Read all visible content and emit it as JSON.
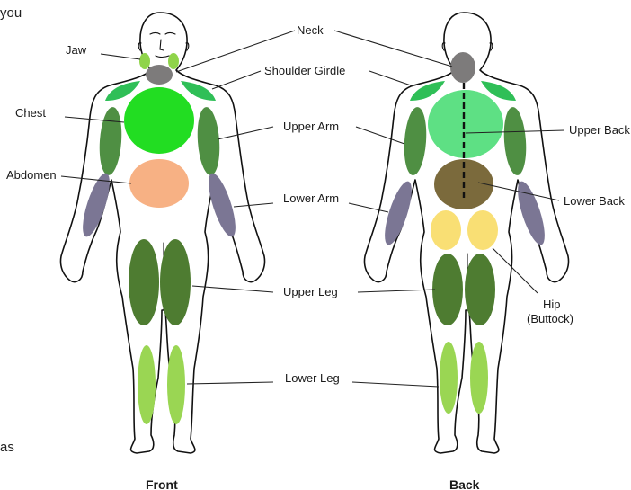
{
  "page": {
    "left_fragments": [
      "you",
      "as"
    ]
  },
  "figures": {
    "front_caption": "Front",
    "back_caption": "Back"
  },
  "labels": {
    "jaw": "Jaw",
    "neck": "Neck",
    "shoulder_girdle": "Shoulder Girdle",
    "chest": "Chest",
    "upper_arm": "Upper Arm",
    "abdomen": "Abdomen",
    "lower_arm": "Lower Arm",
    "upper_leg": "Upper Leg",
    "lower_leg": "Lower Leg",
    "upper_back": "Upper Back",
    "lower_back": "Lower Back",
    "hip_line1": "Hip",
    "hip_line2": "(Buttock)"
  },
  "colors": {
    "jaw": "#8fd44a",
    "neck": "#7d7b7b",
    "shoulder": "#2fbf57",
    "chest": "#22dd22",
    "upper_arm": "#4f8f43",
    "abdomen": "#f7b184",
    "lower_arm": "#7b7694",
    "upper_leg": "#4e7c31",
    "lower_leg": "#9ad653",
    "upper_back": "#5ee084",
    "lower_back": "#7b6a3c",
    "hip": "#f9df74"
  }
}
